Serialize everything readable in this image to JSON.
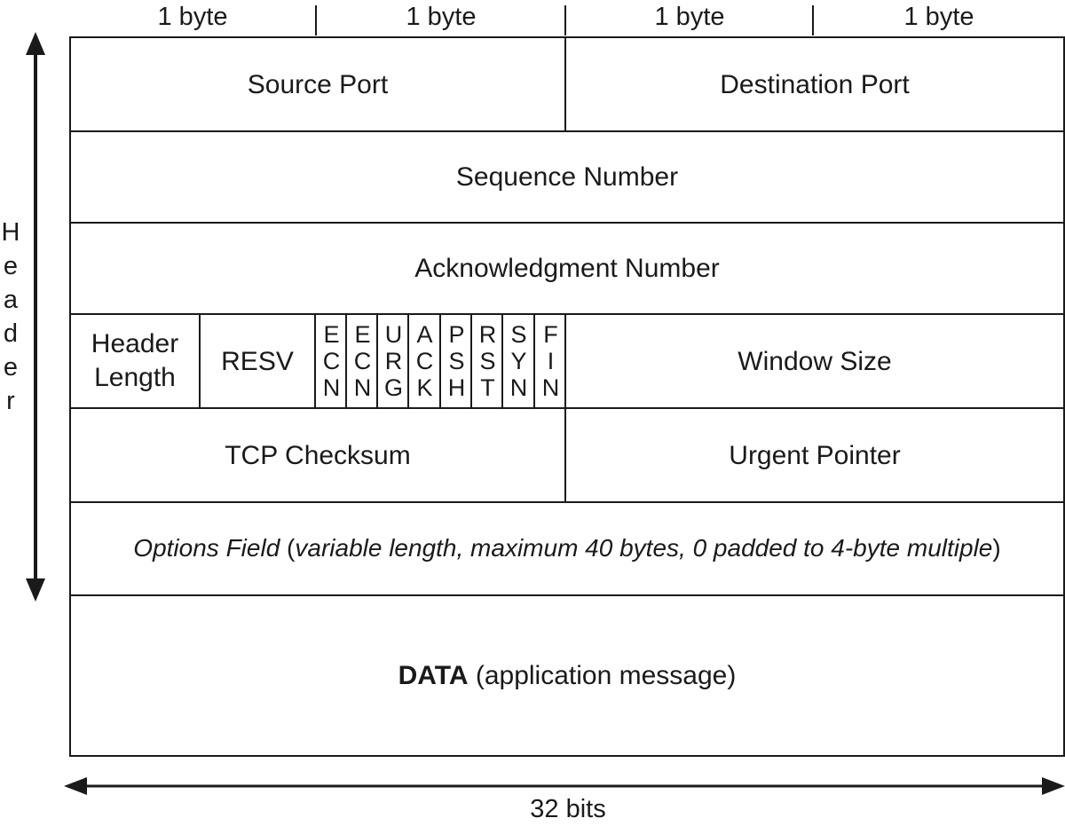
{
  "byte_labels": [
    "1 byte",
    "1 byte",
    "1 byte",
    "1 byte"
  ],
  "side_label": [
    "H",
    "e",
    "a",
    "d",
    "e",
    "r"
  ],
  "bottom_label": "32 bits",
  "rows": {
    "source_port": "Source Port",
    "destination_port": "Destination Port",
    "sequence_number": "Sequence Number",
    "ack_number": "Acknowledgment Number",
    "header_length_1": "Header",
    "header_length_2": "Length",
    "resv": "RESV",
    "window_size": "Window Size",
    "checksum": "TCP Checksum",
    "urgent_pointer": "Urgent Pointer",
    "options_name": "Options Field",
    "options_open": "(",
    "options_detail": "variable length, maximum 40 bytes, 0 padded to 4-byte multiple",
    "options_close": ")",
    "data_bold": "DATA",
    "data_rest": " (application message)"
  },
  "flags": [
    [
      "E",
      "C",
      "N"
    ],
    [
      "E",
      "C",
      "N"
    ],
    [
      "U",
      "R",
      "G"
    ],
    [
      "A",
      "C",
      "K"
    ],
    [
      "P",
      "S",
      "H"
    ],
    [
      "R",
      "S",
      "T"
    ],
    [
      "S",
      "Y",
      "N"
    ],
    [
      "F",
      "I",
      "N"
    ]
  ]
}
